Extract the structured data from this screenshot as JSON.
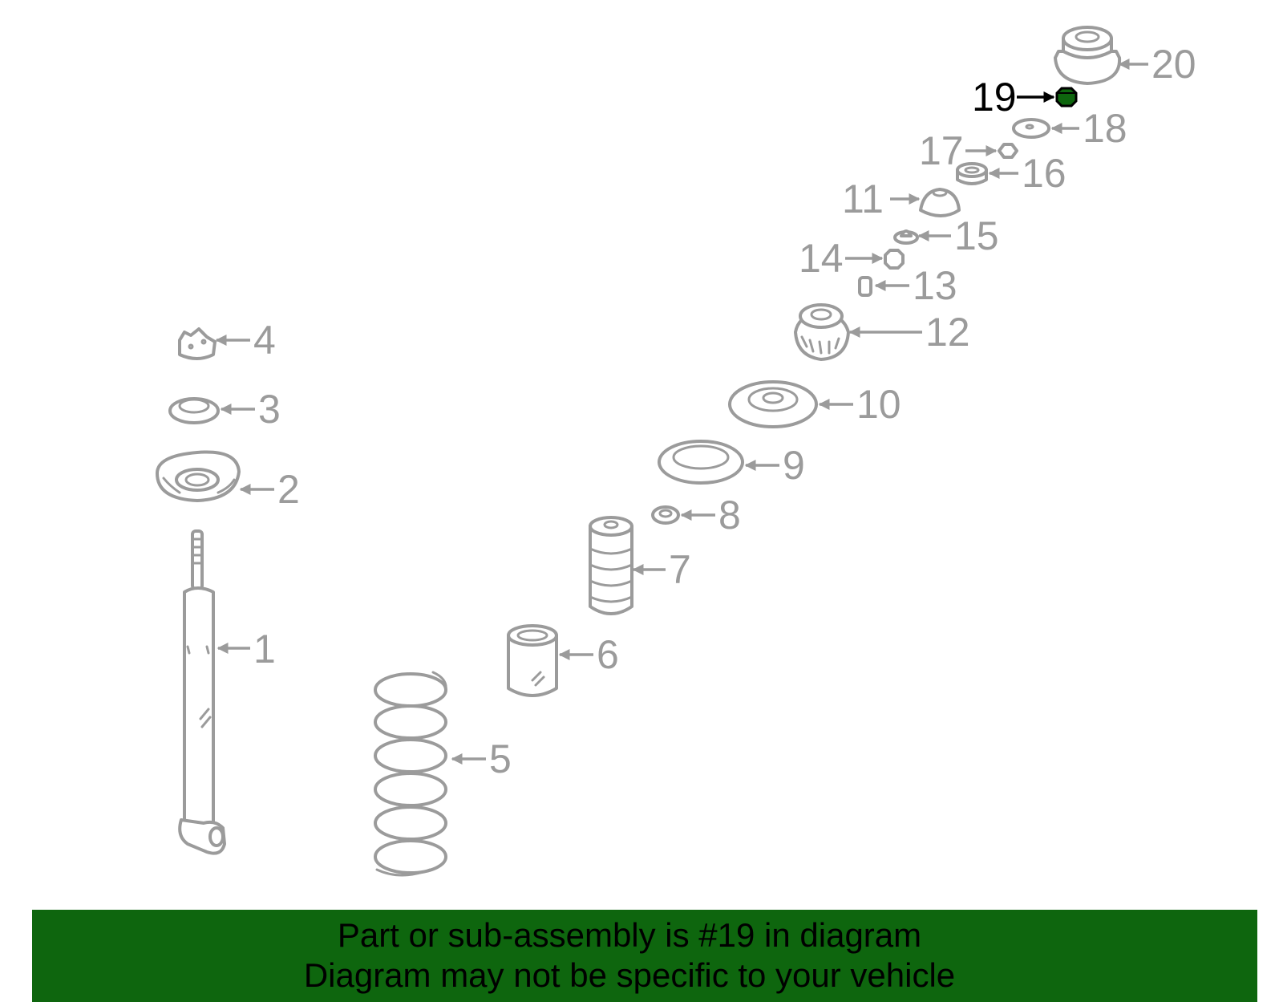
{
  "diagram": {
    "colors": {
      "part": "#9b9b9b",
      "highlight": "#000000",
      "highlight_fill": "#0e660e",
      "banner": "#0e660e"
    },
    "callouts": [
      {
        "id": "1",
        "label": "1"
      },
      {
        "id": "2",
        "label": "2"
      },
      {
        "id": "3",
        "label": "3"
      },
      {
        "id": "4",
        "label": "4"
      },
      {
        "id": "5",
        "label": "5"
      },
      {
        "id": "6",
        "label": "6"
      },
      {
        "id": "7",
        "label": "7"
      },
      {
        "id": "8",
        "label": "8"
      },
      {
        "id": "9",
        "label": "9"
      },
      {
        "id": "10",
        "label": "10"
      },
      {
        "id": "11",
        "label": "11"
      },
      {
        "id": "12",
        "label": "12"
      },
      {
        "id": "13",
        "label": "13"
      },
      {
        "id": "14",
        "label": "14"
      },
      {
        "id": "15",
        "label": "15"
      },
      {
        "id": "16",
        "label": "16"
      },
      {
        "id": "17",
        "label": "17"
      },
      {
        "id": "18",
        "label": "18"
      },
      {
        "id": "19",
        "label": "19",
        "highlighted": true
      },
      {
        "id": "20",
        "label": "20"
      }
    ]
  },
  "banner": {
    "line1": "Part or sub-assembly is #19 in diagram",
    "line2": "Diagram may not be specific to your vehicle"
  }
}
